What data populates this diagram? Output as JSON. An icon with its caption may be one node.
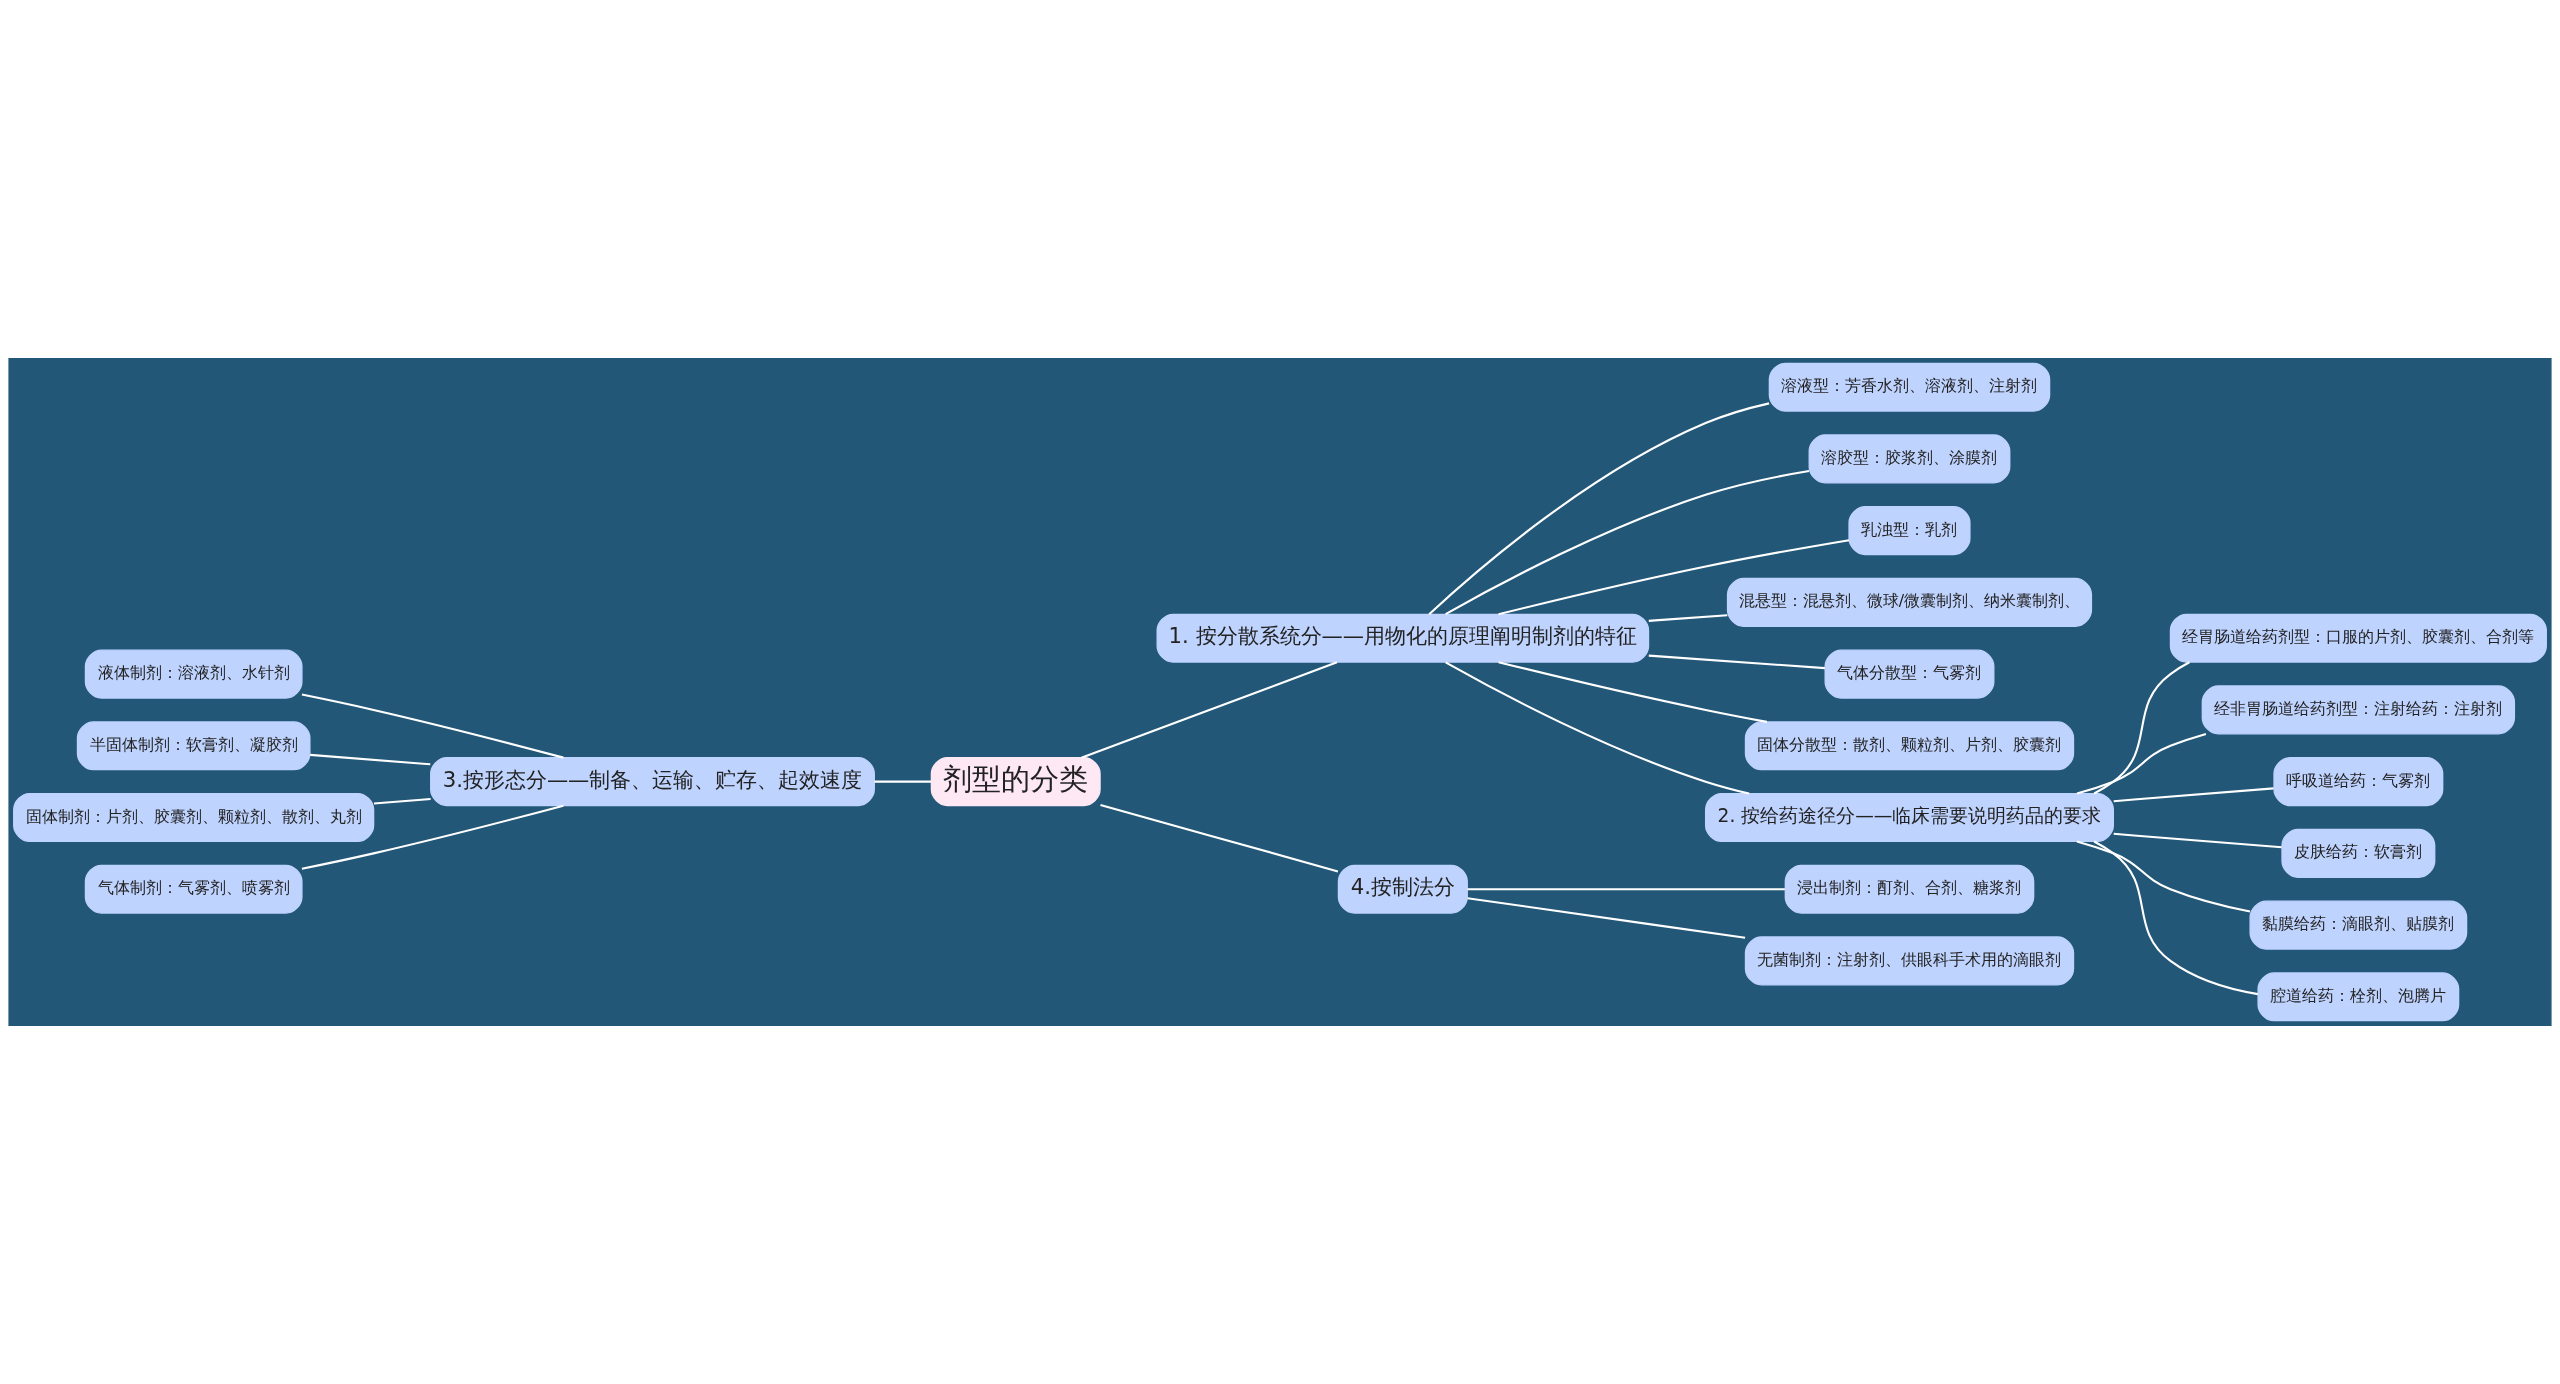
{
  "diagram": {
    "nodes": [
      {
        "text": [
          "剂型的分类"
        ]
      },
      {
        "text": [
          "1. 按分散系统分——用物化的原理阐明制剂的特征"
        ]
      },
      {
        "text": [
          "溶液型：芳香水剂、溶液剂、注射剂"
        ]
      },
      {
        "text": [
          "溶胶型：胶浆剂、涂膜剂"
        ]
      },
      {
        "text": [
          "乳浊型：乳剂"
        ]
      },
      {
        "text": [
          "混悬型：混悬剂、微球/微囊制剂、纳米囊制剂、"
        ]
      },
      {
        "text": [
          "气体分散型：气雾剂"
        ]
      },
      {
        "text": [
          "固体分散型：散剂、颗粒剂、片剂、胶囊剂"
        ]
      },
      {
        "text": [
          "2. 按给药途径分——临床需要说明药品的要求"
        ]
      },
      {
        "text": [
          "经胃肠道给药剂型：口服的片剂、胶囊剂、合剂等"
        ]
      },
      {
        "text": [
          "经非胃肠道给药剂型：注射给药：注射剂"
        ]
      },
      {
        "text": [
          "呼吸道给药：气雾剂"
        ]
      },
      {
        "text": [
          "皮肤给药：软膏剂"
        ]
      },
      {
        "text": [
          "黏膜给药：滴眼剂、贴膜剂"
        ]
      },
      {
        "text": [
          "腔道给药：栓剂、泡腾片"
        ]
      },
      {
        "text": [
          "3.按形态分——制备、运输、贮存、起效速度"
        ]
      },
      {
        "text": [
          "液体制剂：溶液剂、水针剂"
        ]
      },
      {
        "text": [
          "半固体制剂：软膏剂、凝胶剂"
        ]
      },
      {
        "text": [
          "固体制剂：片剂、胶囊剂、颗粒剂、散剂、丸剂"
        ]
      },
      {
        "text": [
          "气体制剂：气雾剂、喷雾剂"
        ]
      },
      {
        "text": [
          "4.按制法分"
        ]
      },
      {
        "text": [
          "浸出制剂：酊剂、合剂、糖浆剂"
        ]
      },
      {
        "text": [
          "无菌制剂：注射剂、供眼科手术用的滴眼剂"
        ]
      }
    ],
    "edges": [
      {
        "from": 0,
        "to": 1,
        "arrow": "none"
      },
      {
        "from": 1,
        "to": 2,
        "arrow": "none"
      },
      {
        "from": 1,
        "to": 3,
        "arrow": "none"
      },
      {
        "from": 1,
        "to": 4,
        "arrow": "none"
      },
      {
        "from": 1,
        "to": 5,
        "arrow": "none"
      },
      {
        "from": 1,
        "to": 6,
        "arrow": "none"
      },
      {
        "from": 1,
        "to": 7,
        "arrow": "none"
      },
      {
        "from": 1,
        "to": 8,
        "arrow": "none"
      },
      {
        "from": 8,
        "to": 9,
        "arrow": "none"
      },
      {
        "from": 8,
        "to": 10,
        "arrow": "none"
      },
      {
        "from": 8,
        "to": 11,
        "arrow": "none"
      },
      {
        "from": 8,
        "to": 12,
        "arrow": "none"
      },
      {
        "from": 8,
        "to": 13,
        "arrow": "none"
      },
      {
        "from": 8,
        "to": 14,
        "arrow": "none"
      },
      {
        "from": 0,
        "to": 15,
        "arrow": "none"
      },
      {
        "from": 15,
        "to": 16,
        "arrow": "none"
      },
      {
        "from": 15,
        "to": 17,
        "arrow": "none"
      },
      {
        "from": 15,
        "to": 18,
        "arrow": "none"
      },
      {
        "from": 15,
        "to": 19,
        "arrow": "none"
      },
      {
        "from": 0,
        "to": 20,
        "arrow": "none"
      },
      {
        "from": 20,
        "to": 21,
        "arrow": "none"
      },
      {
        "from": 20,
        "to": 22,
        "arrow": "none"
      }
    ]
  }
}
